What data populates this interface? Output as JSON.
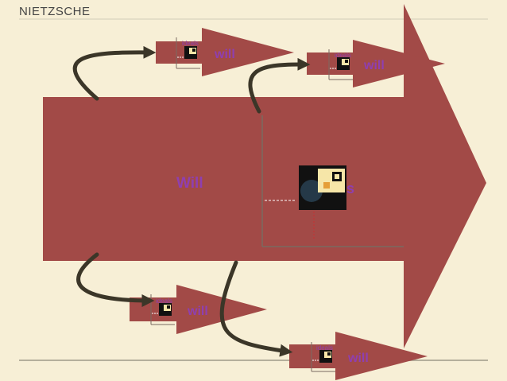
{
  "slide": {
    "title": "NIETZSCHE"
  },
  "diagram": {
    "main_label": "Will",
    "small_label": "will",
    "ideals_label": "ideals",
    "hidden_letter": "s",
    "colors": {
      "background": "#f7efd6",
      "arrow_fill": "#a24a47",
      "will_text": "#8f3fb0",
      "connector": "#3b3628",
      "rule": "#bdb7a5",
      "title": "#444444"
    }
  }
}
